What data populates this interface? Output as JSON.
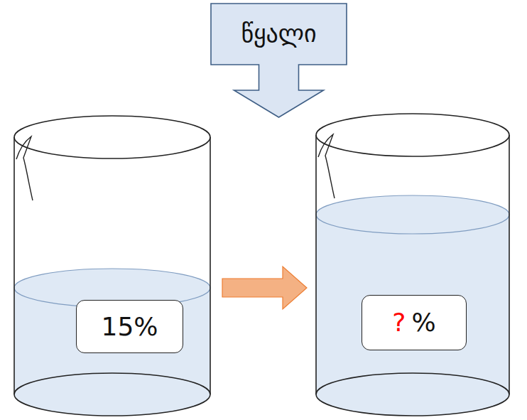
{
  "diagram": {
    "nodes": [
      {
        "text": [
          "წყალი"
        ]
      },
      {
        "text": [
          "15%"
        ]
      },
      {
        "text": [
          "?",
          "%"
        ]
      }
    ]
  }
}
